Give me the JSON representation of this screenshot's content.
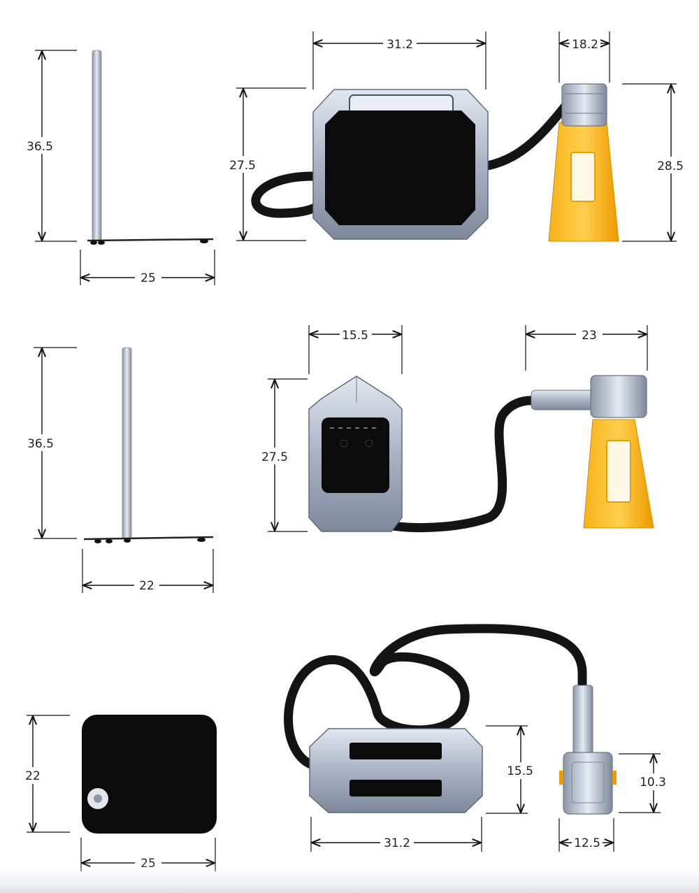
{
  "dimensions": {
    "row1": {
      "stand_height": "36.5",
      "stand_base": "25",
      "box_height": "27.5",
      "box_width": "31.2",
      "head_width": "18.2",
      "head_height": "28.5"
    },
    "row2": {
      "stand_height": "36.5",
      "stand_base": "22",
      "box_depth": "15.5",
      "box_height": "27.5",
      "head_length": "23"
    },
    "row3": {
      "base_depth": "22",
      "base_width": "25",
      "box_depth": "15.5",
      "box_width": "31.2",
      "head_depth": "10.3",
      "head_width": "12.5"
    }
  },
  "colors": {
    "metal": "#a9b3c4",
    "panel": "#0b0b0b",
    "amber": "#f5a90c",
    "cable": "#141414"
  }
}
